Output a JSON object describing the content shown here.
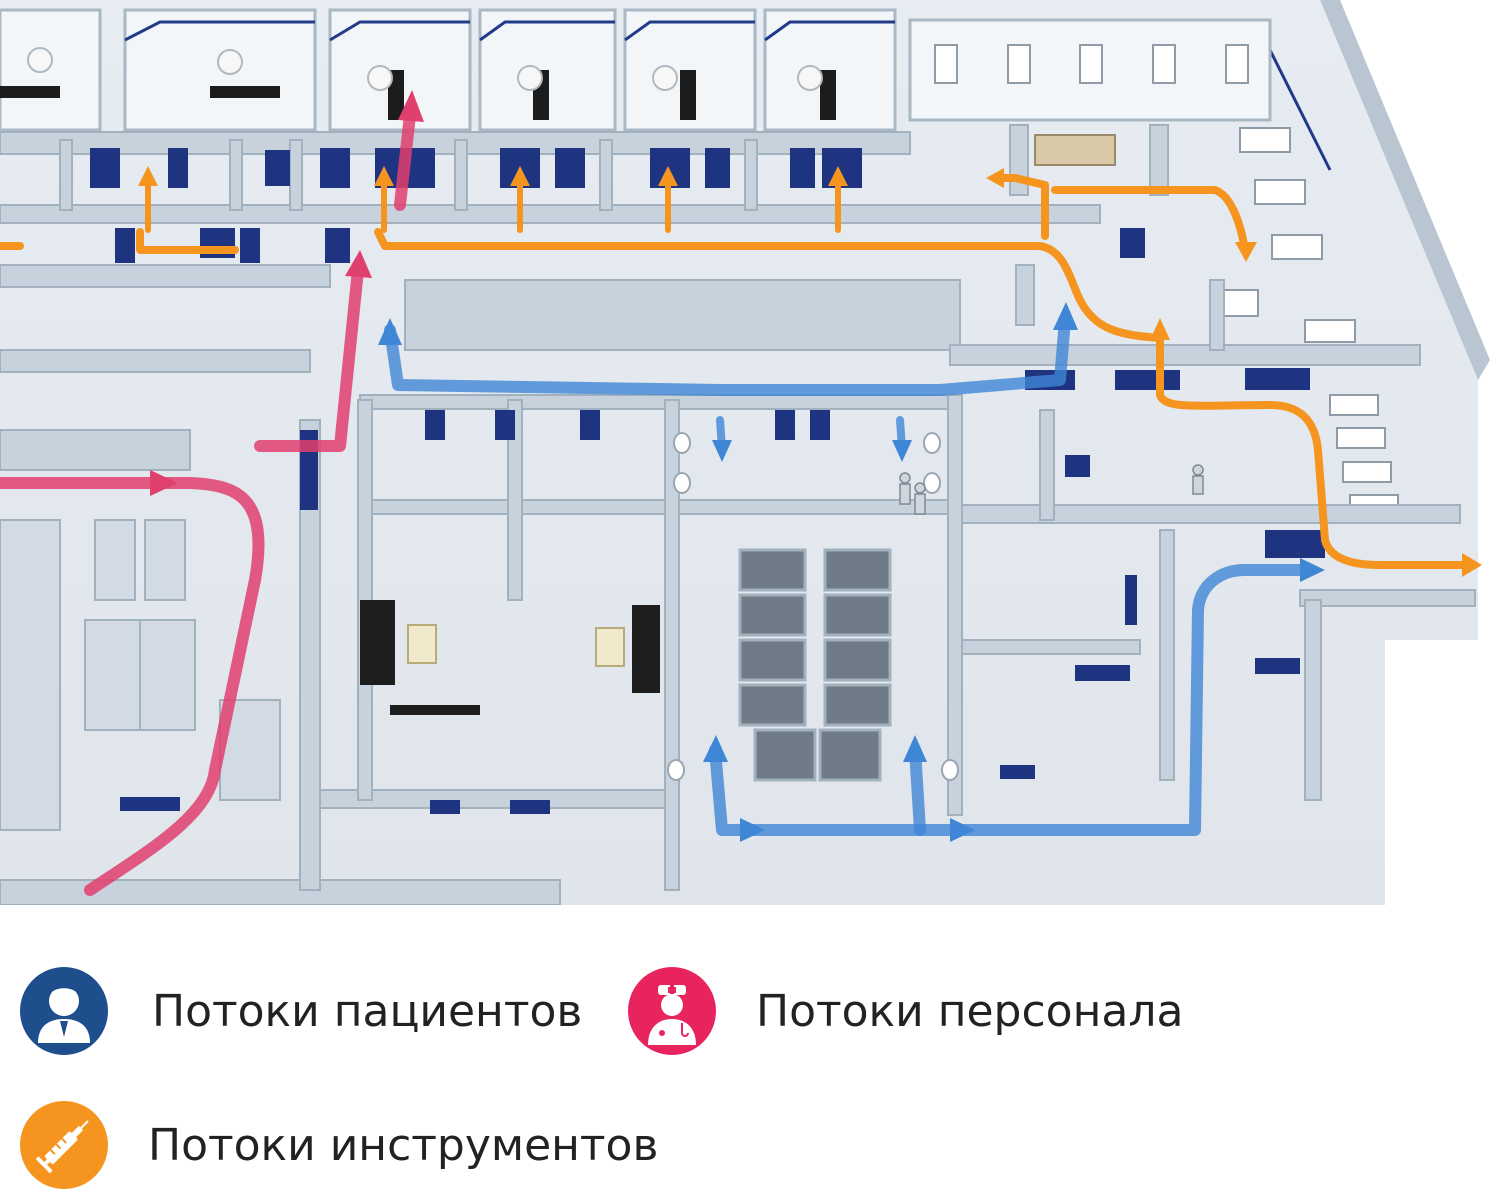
{
  "legend": {
    "patients": {
      "label": "Потоки пациентов",
      "icon": "patient-icon",
      "color": "#1f4e8c"
    },
    "staff": {
      "label": "Потоки персонала",
      "icon": "medical-staff-icon",
      "color": "#e8245e"
    },
    "tools": {
      "label": "Потоки инструментов",
      "icon": "syringe-icon",
      "color": "#f5951f"
    }
  },
  "flow_colors": {
    "patients": "#3f86d6",
    "staff": "#e0406e",
    "tools": "#f5951f"
  }
}
